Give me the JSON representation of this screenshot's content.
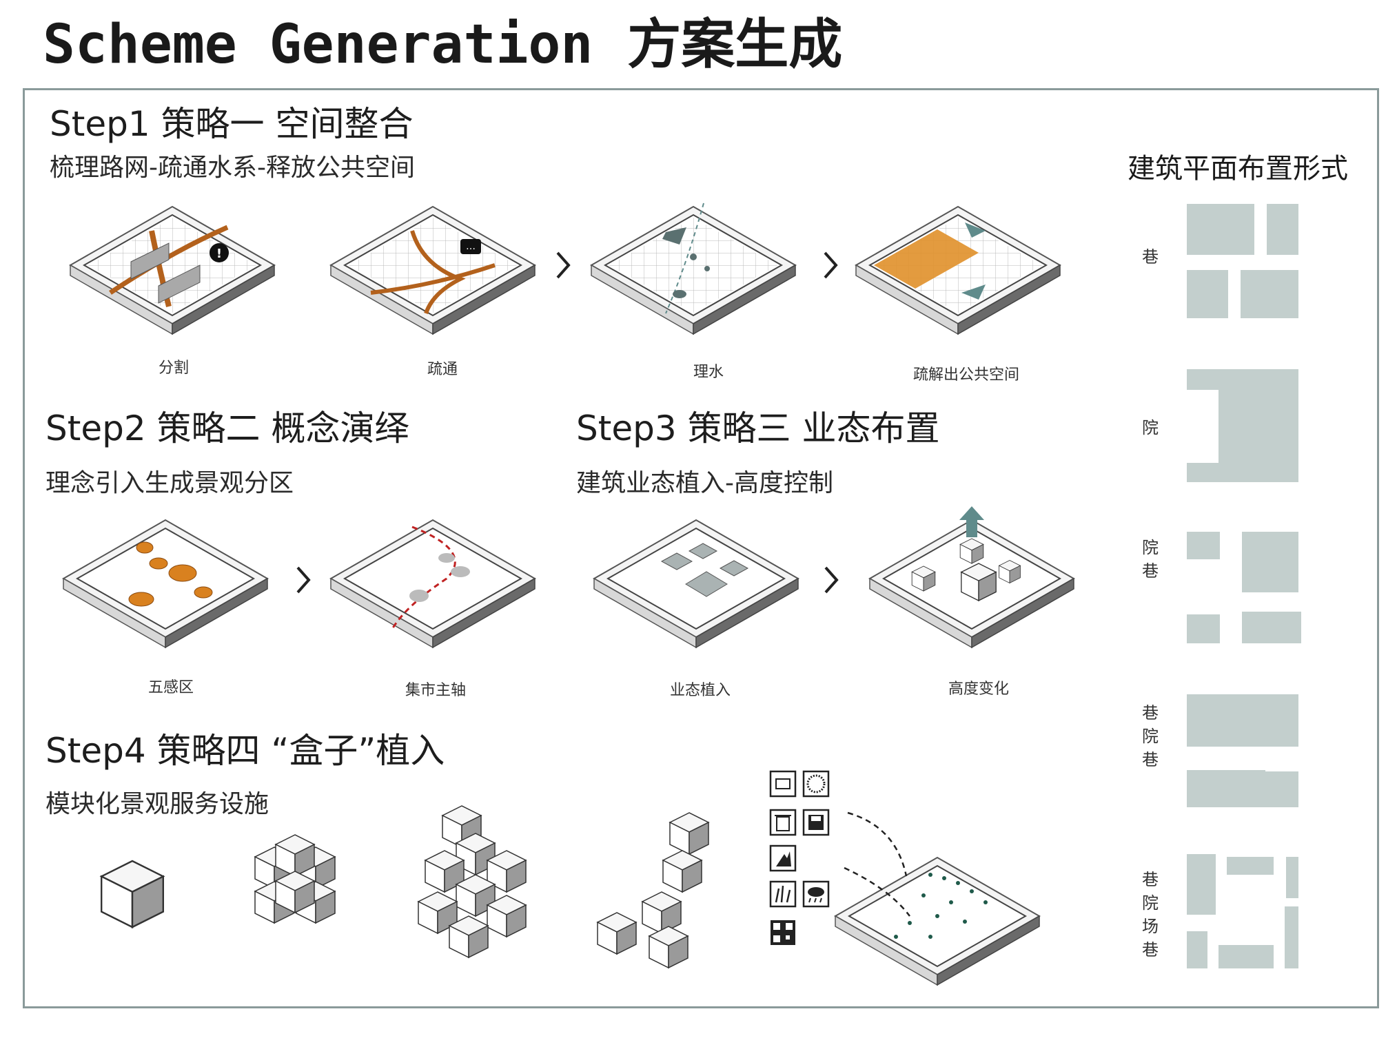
{
  "title": {
    "en": "Scheme Generation",
    "zh": "方案生成"
  },
  "step1": {
    "title": "Step1 策略一  空间整合",
    "subtitle": "梳理路网-疏通水系-释放公共空间",
    "captions": [
      "分割",
      "疏通",
      "理水",
      "疏解出公共空间"
    ]
  },
  "step2": {
    "title": "Step2 策略二  概念演绎",
    "subtitle": "理念引入生成景观分区",
    "captions": [
      "五感区",
      "集市主轴"
    ]
  },
  "step3": {
    "title": "Step3 策略三  业态布置",
    "subtitle": "建筑业态植入-高度控制",
    "captions": [
      "业态植入",
      "高度变化"
    ]
  },
  "step4": {
    "title": "Step4 策略四  “盒子”植入",
    "subtitle": "模块化景观服务设施"
  },
  "side": {
    "title": "建筑平面布置形式",
    "labels": [
      "巷",
      "院",
      "院\n巷",
      "巷\n院\n巷",
      "巷\n院\n场\n巷"
    ]
  },
  "colors": {
    "accent": "#d9811f",
    "teal": "#5f8b8b",
    "block": "#c3cfcd",
    "road": "#b3611c"
  },
  "icons": [
    "mirror-icon",
    "mesh-icon",
    "trash-icon",
    "save-icon",
    "cat-icon",
    "grass-icon",
    "rain-icon",
    "qr-icon"
  ]
}
